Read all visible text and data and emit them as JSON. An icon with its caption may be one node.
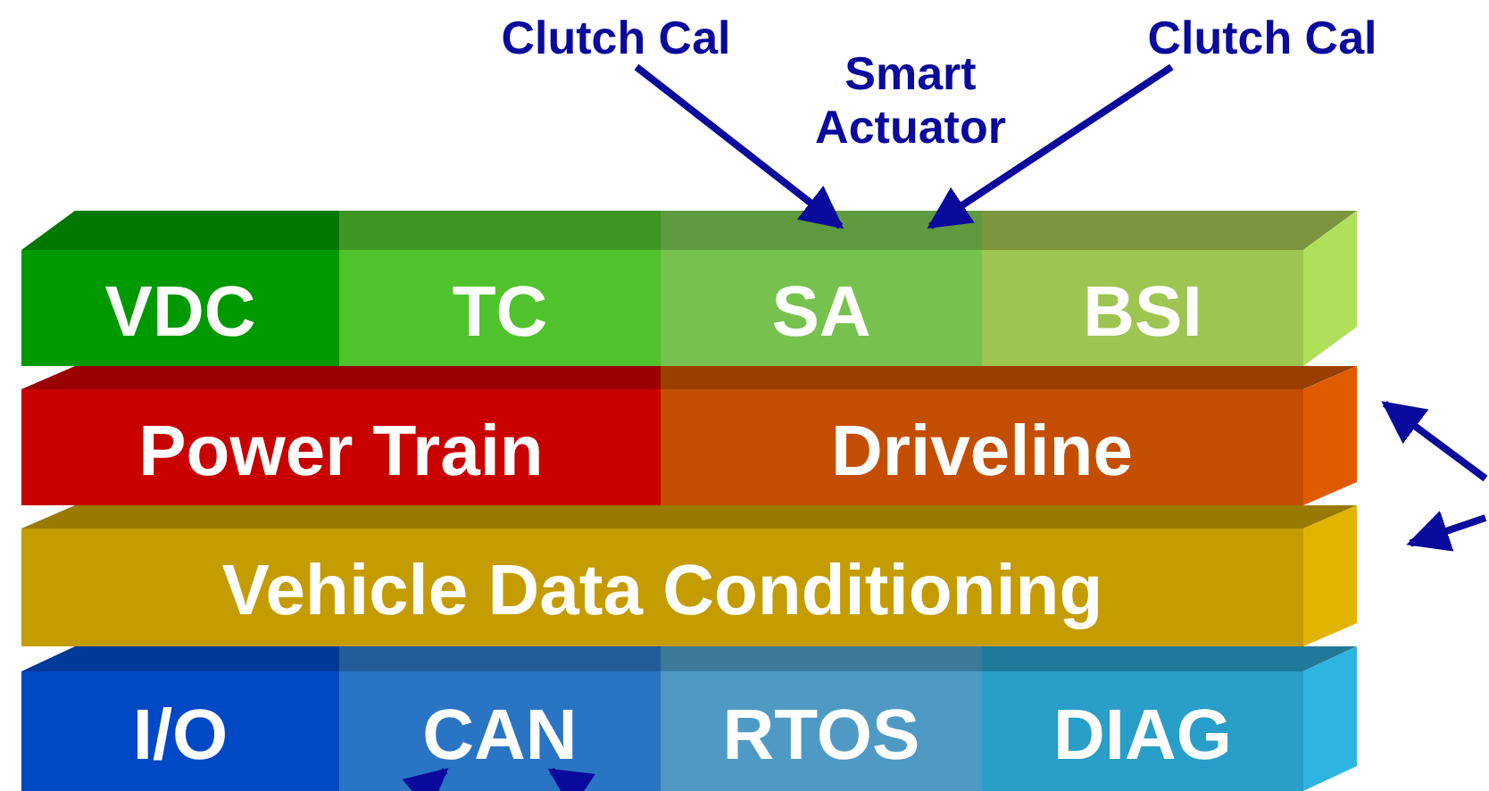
{
  "diagram": {
    "nodes": [
      {
        "text": [
          "Clutch Cal"
        ]
      },
      {
        "text": [
          "Clutch Cal"
        ]
      },
      {
        "text": [
          "VDC"
        ]
      },
      {
        "text": [
          "TC"
        ]
      },
      {
        "text": [
          "SA"
        ],
        "beside": [
          "Smart Actuator"
        ]
      },
      {
        "text": [
          "BSI"
        ]
      },
      {
        "text": [
          "Power Train"
        ]
      },
      {
        "text": [
          "Driveline"
        ]
      },
      {
        "text": [
          "Vehicle Data Conditioning"
        ]
      },
      {
        "text": [
          "I/O"
        ]
      },
      {
        "text": [
          "CAN"
        ]
      },
      {
        "text": [
          "RTOS"
        ]
      },
      {
        "text": [
          "DIAG"
        ]
      }
    ],
    "edges": [
      {
        "from": 0,
        "to": 4,
        "arrow": "to"
      },
      {
        "from": 1,
        "to": 4,
        "arrow": "to"
      },
      {
        "from": null,
        "to": 7,
        "arrow": "to"
      },
      {
        "from": null,
        "to": 8,
        "arrow": "to"
      },
      {
        "from": null,
        "to": 10,
        "arrow": "to"
      },
      {
        "from": null,
        "to": 10,
        "arrow": "to"
      }
    ]
  }
}
